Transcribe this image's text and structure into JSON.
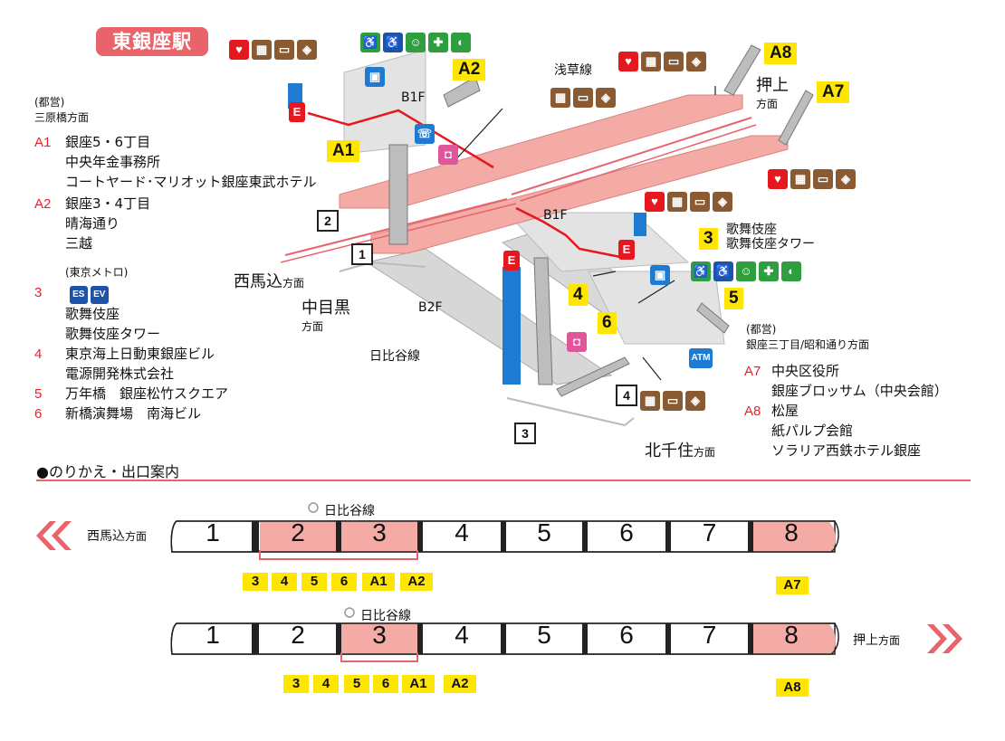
{
  "station_name": "東銀座駅",
  "floors": {
    "b1f_upper": "B1F",
    "b1f_lower": "B1F",
    "b2f": "B2F"
  },
  "lines": {
    "asakusa": "浅草線",
    "hibiya": "日比谷線"
  },
  "directions": {
    "nishimagome": "西馬込",
    "nishimagome_suffix": "方面",
    "nakameguro": "中目黒",
    "nakameguro_suffix": "方面",
    "oshiage": "押上",
    "oshiage_suffix": "方面",
    "kitasenju": "北千住",
    "kitasenju_suffix": "方面"
  },
  "platforms": [
    "1",
    "2",
    "3",
    "4"
  ],
  "exits": {
    "A1": "A1",
    "A2": "A2",
    "A7": "A7",
    "A8": "A8",
    "e3": "3",
    "e4": "4",
    "e5": "5",
    "e6": "6"
  },
  "exit3_label_1": "歌舞伎座",
  "exit3_label_2": "歌舞伎座タワー",
  "atm": "ATM",
  "legend_left": {
    "toei_header": "(都営)",
    "toei_dir": "三原橋方面",
    "rows": [
      {
        "code": "A1",
        "text": "銀座5・6丁目"
      },
      {
        "code": "",
        "text": "中央年金事務所"
      },
      {
        "code": "",
        "text": "コートヤード･マリオット銀座東武ホテル"
      },
      {
        "code": "A2",
        "text": "銀座3・4丁目"
      },
      {
        "code": "",
        "text": "晴海通り"
      },
      {
        "code": "",
        "text": "三越"
      }
    ],
    "metro_header": "(東京メトロ)",
    "metro_rows": [
      {
        "code": "3",
        "text": ""
      },
      {
        "code": "",
        "text": "歌舞伎座"
      },
      {
        "code": "",
        "text": "歌舞伎座タワー"
      },
      {
        "code": "4",
        "text": "東京海上日動東銀座ビル"
      },
      {
        "code": "",
        "text": "電源開発株式会社"
      },
      {
        "code": "5",
        "text": "万年橋　銀座松竹スクエア"
      },
      {
        "code": "6",
        "text": "新橋演舞場　南海ビル"
      }
    ],
    "es_icon": "ES",
    "ev_icon": "EV"
  },
  "legend_right": {
    "toei_header": "(都営)",
    "toei_dir": "銀座三丁目/昭和通り方面",
    "rows": [
      {
        "code": "A7",
        "text": "中央区役所"
      },
      {
        "code": "",
        "text": "銀座ブロッサム（中央会館）"
      },
      {
        "code": "A8",
        "text": "松屋"
      },
      {
        "code": "",
        "text": "紙パルプ会館"
      },
      {
        "code": "",
        "text": "ソラリア西鉄ホテル銀座"
      }
    ]
  },
  "transfer": {
    "title": "●のりかえ・出口案内",
    "hibiya_label": "日比谷線",
    "train1": {
      "direction": "西馬込",
      "direction_suffix": "方面",
      "cars": [
        "1",
        "2",
        "3",
        "4",
        "5",
        "6",
        "7",
        "8"
      ],
      "highlighted_cars": [
        2,
        3,
        8
      ],
      "exits_under_2_3": [
        "3",
        "4",
        "5",
        "6",
        "A1",
        "A2"
      ],
      "exits_under_8": [
        "A7"
      ]
    },
    "train2": {
      "direction": "押上",
      "direction_suffix": "方面",
      "cars": [
        "1",
        "2",
        "3",
        "4",
        "5",
        "6",
        "7",
        "8"
      ],
      "highlighted_cars": [
        3,
        8
      ],
      "exits_under_2_3": [
        "3",
        "4",
        "5",
        "6",
        "A1",
        "A2"
      ],
      "exits_under_8": [
        "A8"
      ]
    }
  },
  "colors": {
    "accent": "#e8636a",
    "platform": "#f4aaa5",
    "exit_label": "#ffe600",
    "code": "#e8202a"
  }
}
